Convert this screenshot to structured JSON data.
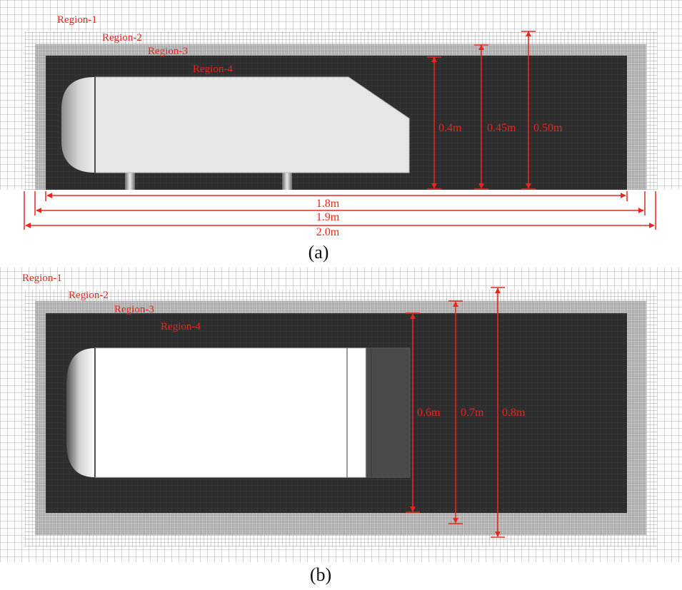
{
  "panels": [
    {
      "id": "a",
      "caption": "(a)",
      "regions": [
        "Region-1",
        "Region-2",
        "Region-3",
        "Region-4"
      ],
      "height_dims": [
        "0.4m",
        "0.45m",
        "0.50m"
      ],
      "length_dims": [
        "1.8m",
        "1.9m",
        "2.0m"
      ]
    },
    {
      "id": "b",
      "caption": "(b)",
      "regions": [
        "Region-1",
        "Region-2",
        "Region-3",
        "Region-4"
      ],
      "width_dims": [
        "0.6m",
        "0.7m",
        "0.8m"
      ]
    }
  ],
  "colors": {
    "annotation": "#e8261f",
    "grid_line": "#9a9a9a",
    "region4_fill": "#2e2e2e",
    "vehicle_body": "#e6e6e6"
  }
}
